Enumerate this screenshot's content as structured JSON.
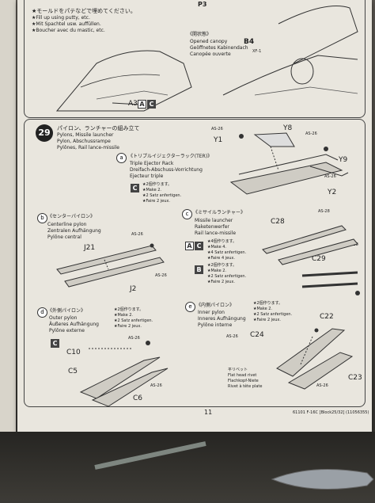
{
  "top": {
    "note_jp": "★モールドをパテなどで埋めてください。",
    "note_en": "★Fill up using putty, etc.",
    "note_de": "★Mit Spachtel usw. auffüllen.",
    "note_fr": "★Boucher avec du mastic, etc.",
    "page_tag": "P3",
    "label_a3": "A3",
    "badge_a": "A",
    "badge_c": "C",
    "canopy_jp": "《開状態》",
    "canopy_en": "Opened canopy",
    "canopy_de": "Geöffnetes Kabinendach",
    "canopy_fr": "Canopée ouverte",
    "label_b4": "B4",
    "label_xf1": "XF-1"
  },
  "step": {
    "number": "29",
    "title_jp": "パイロン、ランチャーの組み立て",
    "title_en": "Pylons, Missile launcher",
    "title_de": "Pylon, Abschussrampe",
    "title_fr": "Pylônes, Rail lance-missile"
  },
  "section_a": {
    "letter": "a",
    "jp": "《トリプルイジェクターラック(TER)》",
    "en": "Triple Ejector Rack",
    "de": "Dreifach-Abschuss-Vorrichtung",
    "fr": "Ejecteur triple",
    "badge": "C",
    "make_jp": "★2個作ります。",
    "make_en": "★Make 2.",
    "make_de": "★2 Satz anfertigen.",
    "make_fr": "★Faire 2 jeux.",
    "parts": [
      "AS-26",
      "Y8",
      "Y1",
      "AS-26",
      "Y9",
      "AS-26",
      "Y2"
    ]
  },
  "section_b": {
    "letter": "b",
    "jp": "《センターパイロン》",
    "en": "Centerline pylon",
    "de": "Zentralen Aufhängung",
    "fr": "Pylône central",
    "parts": [
      "AS-26",
      "J21",
      "J2",
      "AS-26"
    ]
  },
  "section_c": {
    "letter": "c",
    "jp": "《ミサイルランチャー》",
    "en": "Missile launcher",
    "de": "Raketenwerfer",
    "fr": "Rail lance-missile",
    "badge1_a": "A",
    "badge1_c": "C",
    "make4_jp": "★4個作ります。",
    "make4_en": "★Make 4.",
    "make4_de": "★4 Satz anfertigen.",
    "make4_fr": "★Faire 4 jeux.",
    "badge2": "B",
    "make2_jp": "★2個作ります。",
    "make2_en": "★Make 2.",
    "make2_de": "★2 Satz anfertigen.",
    "make2_fr": "★Faire 2 jeux.",
    "parts": [
      "AS-28",
      "C28",
      "AS-28",
      "C29"
    ]
  },
  "section_d": {
    "letter": "d",
    "jp": "《外側パイロン》",
    "en": "Outer pylon",
    "de": "Äußeres Aufhängung",
    "fr": "Pylône externe",
    "badge": "C",
    "make_jp": "★2個作ります。",
    "make_en": "★Make 2.",
    "make_de": "★2 Satz anfertigen.",
    "make_fr": "★Faire 2 jeux.",
    "parts": [
      "AS-26",
      "C10",
      "C5",
      "AS-26",
      "C6"
    ]
  },
  "section_e": {
    "letter": "e",
    "jp": "《内側パイロン》",
    "en": "Inner pylon",
    "de": "Inneres Aufhängung",
    "fr": "Pylône interne",
    "make_jp": "★2個作ります。",
    "make_en": "★Make 2.",
    "make_de": "★2 Satz anfertigen.",
    "make_fr": "★Faire 2 jeux.",
    "parts": [
      "AS-26",
      "C24",
      "C22",
      "C23",
      "AS-26"
    ],
    "rivet_jp": "平リベット",
    "rivet_en": "Flat head rivet",
    "rivet_de": "Flachkopf-Niete",
    "rivet_fr": "Rivet à tête plate"
  },
  "footer": {
    "page_number": "11",
    "product": "61101  F-16C [Block25/32] (11056355)"
  }
}
